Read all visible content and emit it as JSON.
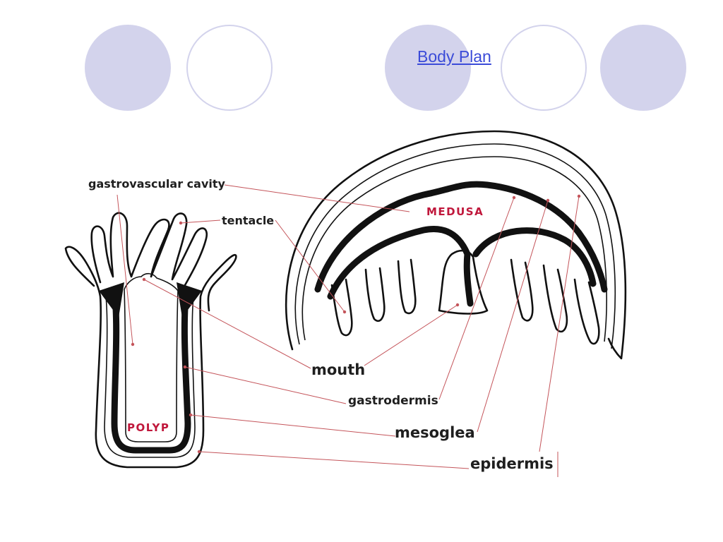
{
  "slide": {
    "title_link": "Body Plan"
  },
  "theme": {
    "circle_fill": "#d3d3ec",
    "link_color": "#3b4bd8",
    "label_red": "#c0173b",
    "leader_color": "#c4545a"
  },
  "diagram": {
    "labels": {
      "gastrovascular_cavity": "gastrovascular cavity",
      "tentacle": "tentacle",
      "medusa": "MEDUSA",
      "polyp": "POLYP",
      "mouth": "mouth",
      "gastrodermis": "gastrodermis",
      "mesoglea": "mesoglea",
      "epidermis": "epidermis"
    }
  }
}
